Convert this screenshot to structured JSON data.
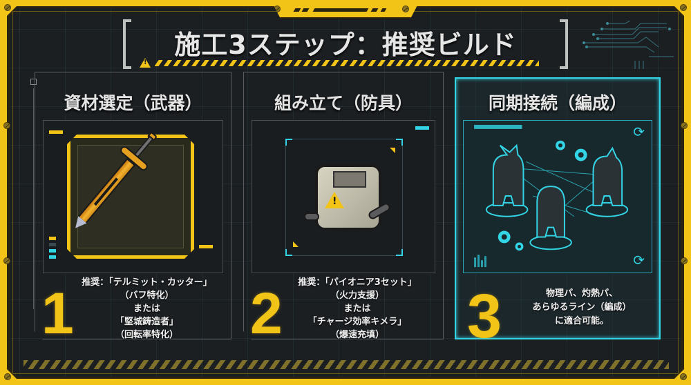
{
  "title": "施工3ステップ：推奨ビルド",
  "colors": {
    "frame_yellow": "#f2c417",
    "background": "#1c1f22",
    "accent_cyan": "#33d4e6",
    "text": "#e6e6e6",
    "step_number": "#f2c417"
  },
  "steps": [
    {
      "number": "1",
      "heading": "資材選定（武器）",
      "image": "sword-icon",
      "desc_lines": [
        "推奨：「テルミット・カッター」",
        "（バフ特化）",
        "または",
        "「堅城鋳造者」",
        "（回転率特化）"
      ]
    },
    {
      "number": "2",
      "heading": "組み立て（防具）",
      "image": "armor-cube-icon",
      "desc_lines": [
        "推奨：「パイオニア3セット」",
        "（火力支援）",
        "または",
        "「チャージ効率キメラ」",
        "（爆速充填）"
      ]
    },
    {
      "number": "3",
      "heading": "同期接続（編成）",
      "image": "team-sync-icon",
      "desc_lines": [
        "物理パ、灼熱パ、",
        "あらゆるライン（編成）",
        "に適合可能。"
      ]
    }
  ],
  "icons": {
    "sync": "⟳"
  }
}
